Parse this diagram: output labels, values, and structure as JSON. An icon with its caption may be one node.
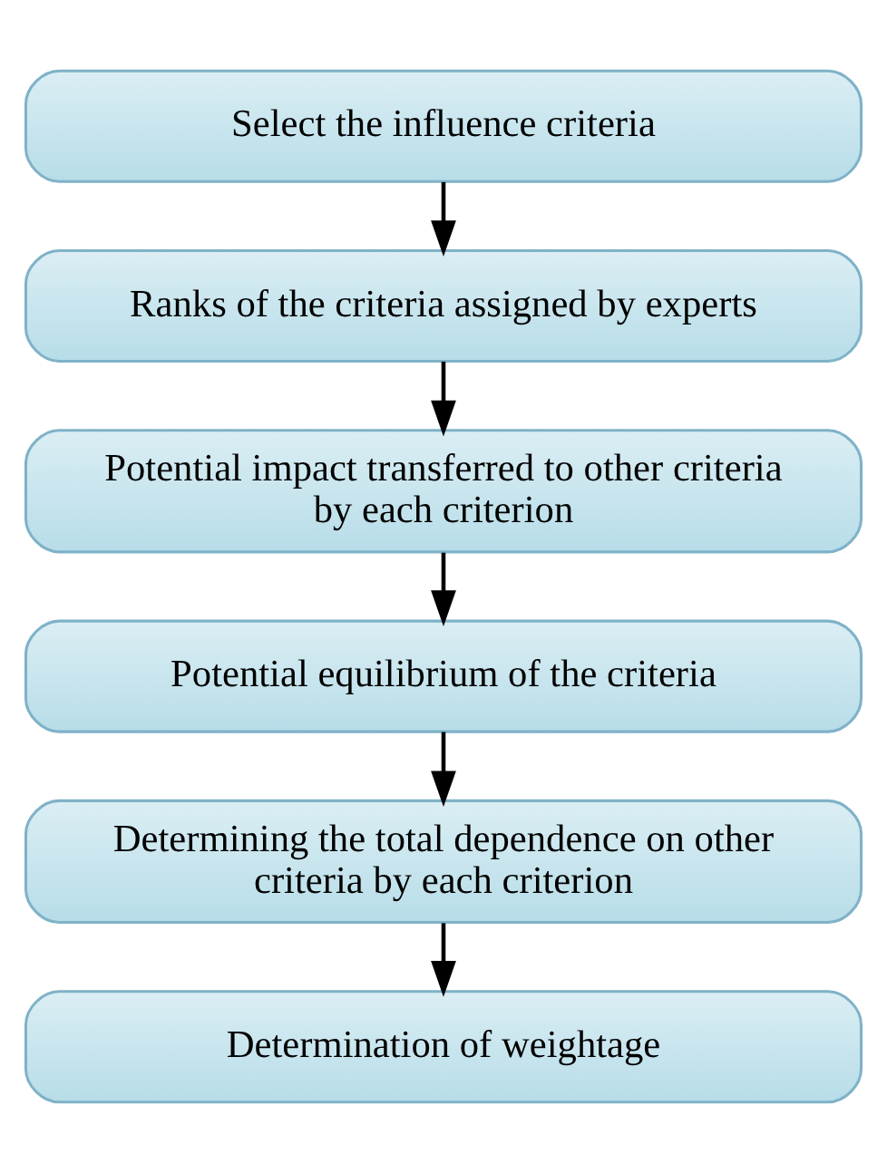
{
  "diagram": {
    "nodes": [
      {
        "text": [
          "Select the influence criteria"
        ]
      },
      {
        "text": [
          "Ranks of the criteria assigned by experts"
        ]
      },
      {
        "text": [
          "Potential impact transferred to other criteria by each criterion"
        ]
      },
      {
        "text": [
          "Potential equilibrium of the criteria"
        ]
      },
      {
        "text": [
          "Determining the total dependence on other criteria by each criterion"
        ]
      },
      {
        "text": [
          "Determination of weightage"
        ]
      }
    ],
    "edges": [
      {
        "from": 0,
        "to": 1,
        "arrow": "to"
      },
      {
        "from": 1,
        "to": 2,
        "arrow": "to"
      },
      {
        "from": 2,
        "to": 3,
        "arrow": "to"
      },
      {
        "from": 3,
        "to": 4,
        "arrow": "to"
      },
      {
        "from": 4,
        "to": 5,
        "arrow": "to"
      }
    ]
  }
}
